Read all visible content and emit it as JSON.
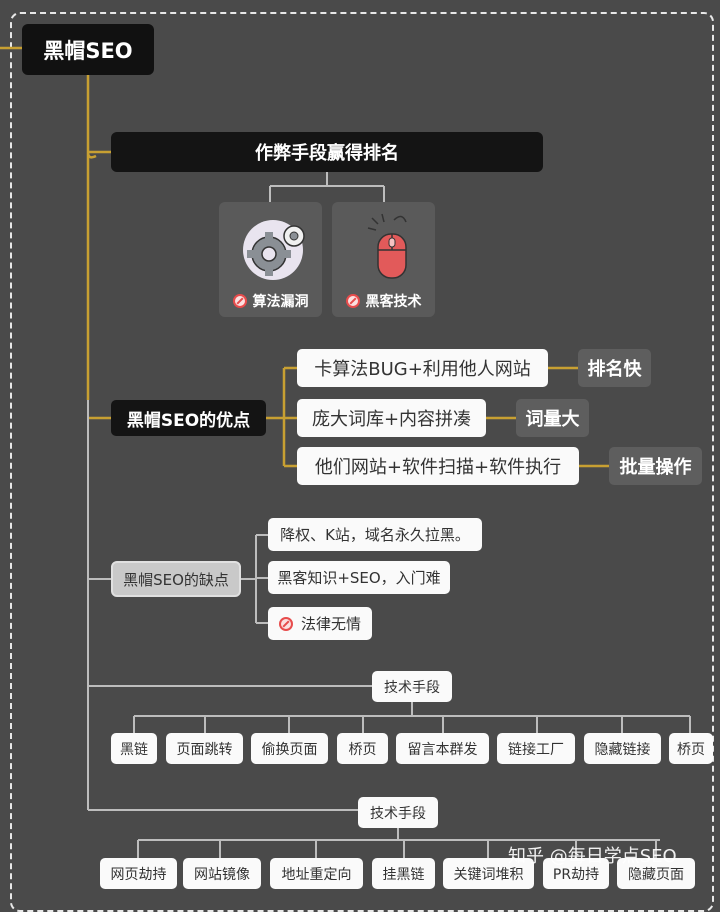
{
  "root": "黑帽SEO",
  "cheat": {
    "title": "作弊手段赢得排名",
    "cards": [
      {
        "label": "算法漏洞",
        "icon": "gears-icon"
      },
      {
        "label": "黑客技术",
        "icon": "mouse-icon"
      }
    ]
  },
  "advantages": {
    "title": "黑帽SEO的优点",
    "items": [
      {
        "text": "卡算法BUG+利用他人网站",
        "tag": "排名快"
      },
      {
        "text": "庞大词库+内容拼凑",
        "tag": "词量大"
      },
      {
        "text": "他们网站+软件扫描+软件执行",
        "tag": "批量操作"
      }
    ]
  },
  "disadvantages": {
    "title": "黑帽SEO的缺点",
    "items": [
      {
        "text": "降权、K站，域名永久拉黑。",
        "icon": ""
      },
      {
        "text": "黑客知识+SEO，入门难",
        "icon": ""
      },
      {
        "text": "法律无情",
        "icon": "prohibited-icon"
      }
    ]
  },
  "tech1": {
    "title": "技术手段",
    "items": [
      "黑链",
      "页面跳转",
      "偷换页面",
      "桥页",
      "留言本群发",
      "链接工厂",
      "隐藏链接",
      "桥页"
    ]
  },
  "tech2": {
    "title": "技术手段",
    "items": [
      "网页劫持",
      "网站镜像",
      "地址重定向",
      "挂黑链",
      "关键词堆积",
      "PR劫持",
      "隐藏页面"
    ]
  },
  "watermark": "知乎 @每日学点SEO",
  "colors": {
    "connector_gold": "#c8a032",
    "connector_grey": "#bdbdbd",
    "background": "#4a4a4a"
  }
}
